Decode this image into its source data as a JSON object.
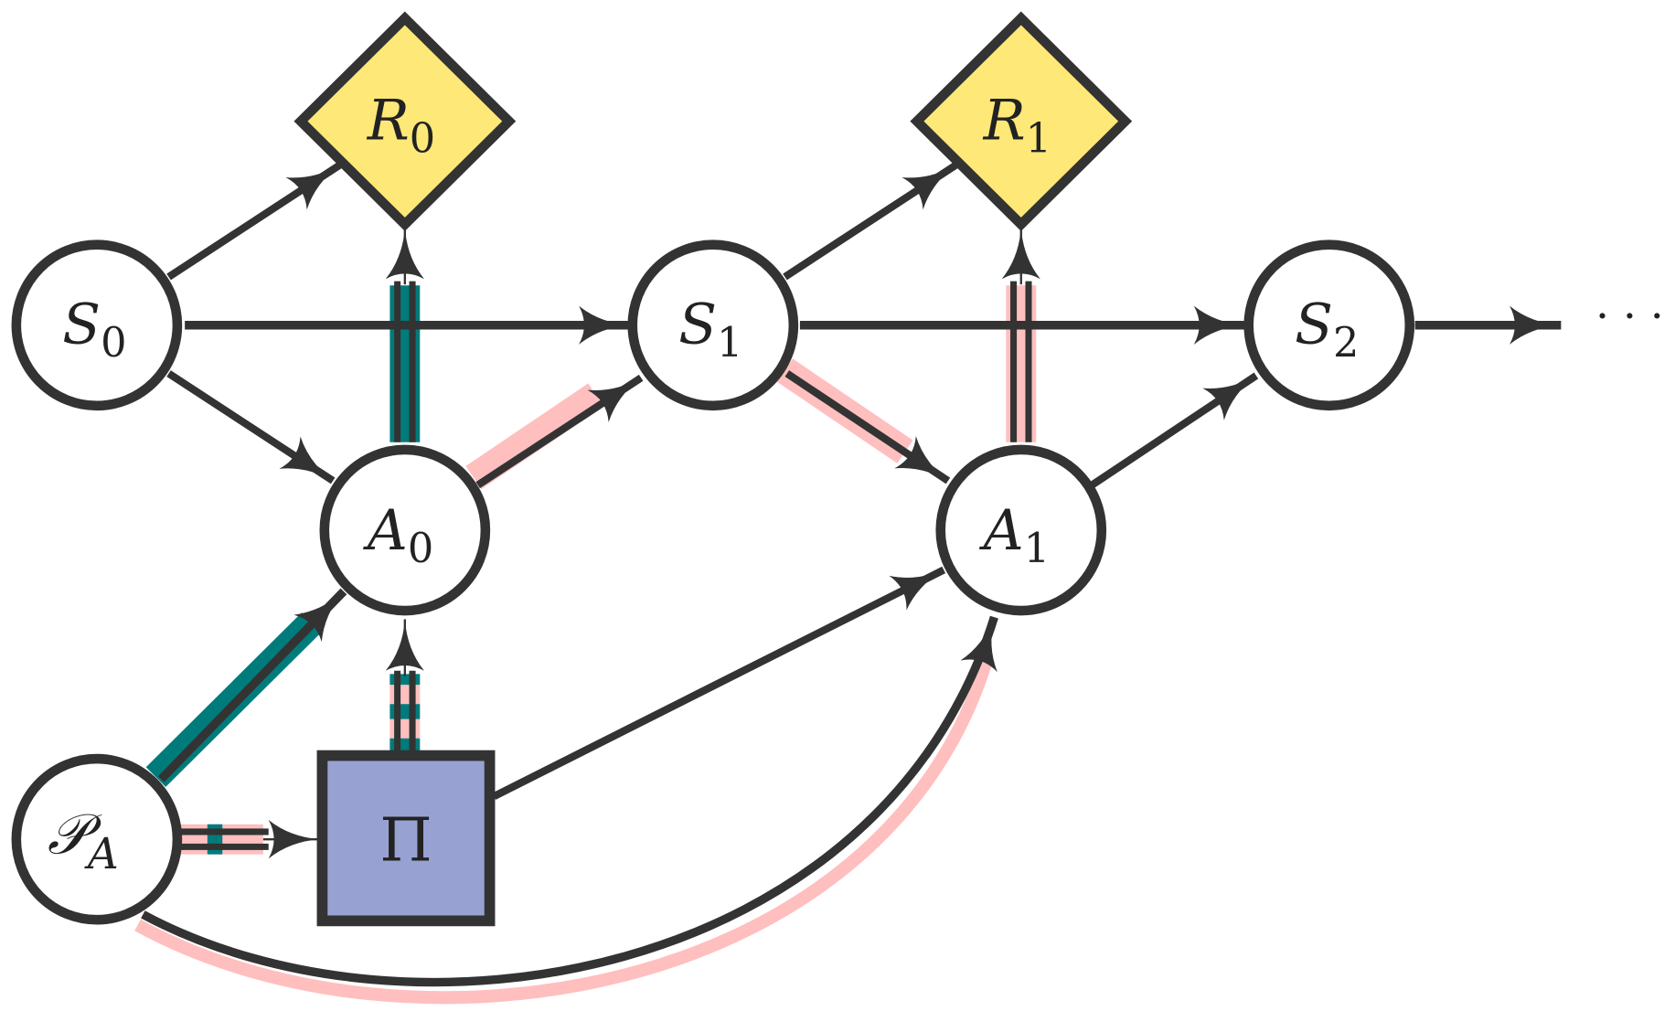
{
  "colors": {
    "stroke": "#333333",
    "node_fill": "#ffffff",
    "reward_fill": "#fee877",
    "policy_fill": "#98a2d2",
    "teal": "#007b7b",
    "pink": "#ffbfbf"
  },
  "nodes": {
    "S0": {
      "main": "S",
      "sub": "0",
      "shape": "circle"
    },
    "S1": {
      "main": "S",
      "sub": "1",
      "shape": "circle"
    },
    "S2": {
      "main": "S",
      "sub": "2",
      "shape": "circle"
    },
    "A0": {
      "main": "A",
      "sub": "0",
      "shape": "circle"
    },
    "A1": {
      "main": "A",
      "sub": "1",
      "shape": "circle"
    },
    "R0": {
      "main": "R",
      "sub": "0",
      "shape": "diamond"
    },
    "R1": {
      "main": "R",
      "sub": "1",
      "shape": "diamond"
    },
    "PA": {
      "main": "𝒫",
      "sub": "A",
      "shape": "circle"
    },
    "Pi": {
      "main": "Π",
      "shape": "square"
    }
  },
  "continuation": "· · ·",
  "edges": [
    {
      "from": "S0",
      "to": "R0"
    },
    {
      "from": "S0",
      "to": "S1"
    },
    {
      "from": "S0",
      "to": "A0"
    },
    {
      "from": "A0",
      "to": "R0",
      "highlight": "teal"
    },
    {
      "from": "A0",
      "to": "S1",
      "highlight": "pink"
    },
    {
      "from": "S1",
      "to": "R1"
    },
    {
      "from": "S1",
      "to": "S2"
    },
    {
      "from": "S1",
      "to": "A1",
      "highlight": "pink"
    },
    {
      "from": "A1",
      "to": "R1",
      "highlight": "pink"
    },
    {
      "from": "A1",
      "to": "S2"
    },
    {
      "from": "S2",
      "to": "continuation"
    },
    {
      "from": "PA",
      "to": "A0",
      "highlight": "teal"
    },
    {
      "from": "PA",
      "to": "Pi",
      "highlight": "pink-teal-dashed"
    },
    {
      "from": "Pi",
      "to": "A0",
      "highlight": "pink-teal-dashed"
    },
    {
      "from": "Pi",
      "to": "A1"
    },
    {
      "from": "PA",
      "to": "A1",
      "highlight": "pink",
      "curved": true
    }
  ]
}
